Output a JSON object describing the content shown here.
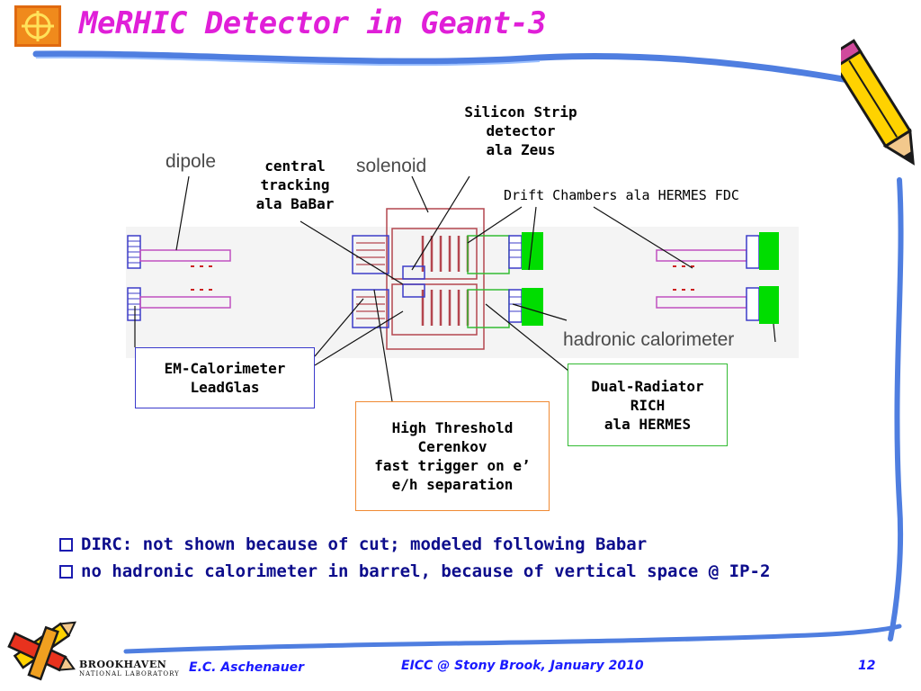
{
  "slide": {
    "title": "MeRHIC Detector in Geant-3",
    "page_number": "12"
  },
  "diagram": {
    "labels": {
      "dipole": "dipole",
      "solenoid": "solenoid",
      "hadronic_calorimeter": "hadronic calorimeter"
    },
    "callouts": {
      "central_tracking": [
        "central",
        "tracking",
        "ala BaBar"
      ],
      "silicon_strip": [
        "Silicon Strip",
        "detector",
        "ala Zeus"
      ],
      "drift_chambers": "Drift Chambers ala HERMES FDC",
      "em_calorimeter": [
        "EM-Calorimeter",
        "LeadGlas"
      ],
      "high_threshold": [
        "High Threshold",
        "Cerenkov",
        "fast trigger on e’",
        "e/h separation"
      ],
      "dual_radiator": [
        "Dual-Radiator",
        "RICH",
        "ala HERMES"
      ]
    }
  },
  "bullets": [
    "DIRC: not shown because of cut; modeled following Babar",
    "no hadronic calorimeter in barrel, because of vertical space @ IP-2"
  ],
  "footer": {
    "institution_line1": "BROOKHAVEN",
    "institution_line2": "NATIONAL LABORATORY",
    "author": "E.C. Aschenauer",
    "event": "EICC @ Stony Brook, January 2010"
  },
  "colors": {
    "title": "#e01fd8",
    "text_blue": "#0d0d8c",
    "footer_blue": "#1a1aff",
    "detector_red": "#b4464f",
    "detector_blue": "#3c3cc8",
    "rich_green": "#00dd00",
    "em_box_border": "#3a3acc",
    "orange_box_border": "#f08a33",
    "green_box_border": "#33bb33"
  }
}
